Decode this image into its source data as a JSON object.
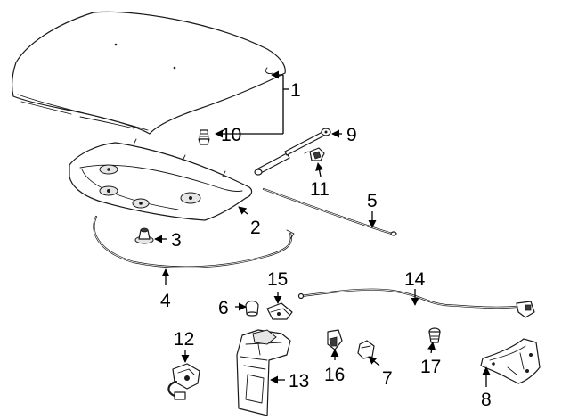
{
  "callouts": {
    "c1": "1",
    "c2": "2",
    "c3": "3",
    "c4": "4",
    "c5": "5",
    "c6": "6",
    "c7": "7",
    "c8": "8",
    "c9": "9",
    "c10": "10",
    "c11": "11",
    "c12": "12",
    "c13": "13",
    "c14": "14",
    "c15": "15",
    "c16": "16",
    "c17": "17"
  },
  "colors": {
    "line": "#1a1a1a",
    "background": "#ffffff"
  }
}
